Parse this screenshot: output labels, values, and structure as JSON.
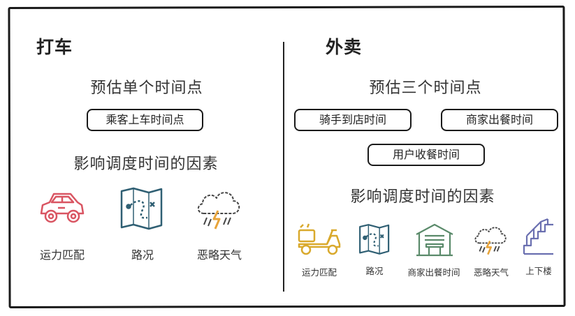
{
  "left": {
    "title": "打车",
    "heading_estimate": "预估单个时间点",
    "pill": "乘客上车时间点",
    "heading_factors": "影响调度时间的因素",
    "factors": [
      {
        "label": "运力匹配",
        "icon": "car-icon"
      },
      {
        "label": "路况",
        "icon": "map-icon"
      },
      {
        "label": "恶略天气",
        "icon": "storm-cloud-icon"
      }
    ]
  },
  "right": {
    "title": "外卖",
    "heading_estimate": "预估三个时间点",
    "pills": [
      "骑手到店时间",
      "商家出餐时间",
      "用户收餐时间"
    ],
    "heading_factors": "影响调度时间的因素",
    "factors": [
      {
        "label": "运力匹配",
        "icon": "scooter-icon"
      },
      {
        "label": "路况",
        "icon": "map-icon"
      },
      {
        "label": "商家出餐时间",
        "icon": "restaurant-icon"
      },
      {
        "label": "恶略天气",
        "icon": "storm-cloud-icon"
      },
      {
        "label": "上下楼",
        "icon": "stairs-icon"
      }
    ]
  },
  "colors": {
    "car": "#d95562",
    "map": "#2f5f73",
    "weather": "#e8a43a",
    "scooter": "#d9a92c",
    "restaurant": "#5a8a6a",
    "stairs": "#6a6fb0"
  }
}
